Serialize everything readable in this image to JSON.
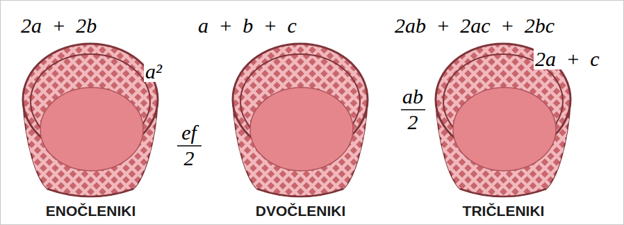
{
  "diagram": {
    "nodes": [
      {
        "text": [
          "ENOČLENIKI"
        ]
      },
      {
        "text": [
          "DVOČLENIKI"
        ]
      },
      {
        "text": [
          "TRIČLENIKI"
        ]
      }
    ],
    "labels": [
      "2a + 2b",
      "a + b + c",
      "2ab + 2ac + 2bc",
      "a²",
      "ef",
      "2",
      "2a + c",
      "ab",
      "2"
    ]
  }
}
